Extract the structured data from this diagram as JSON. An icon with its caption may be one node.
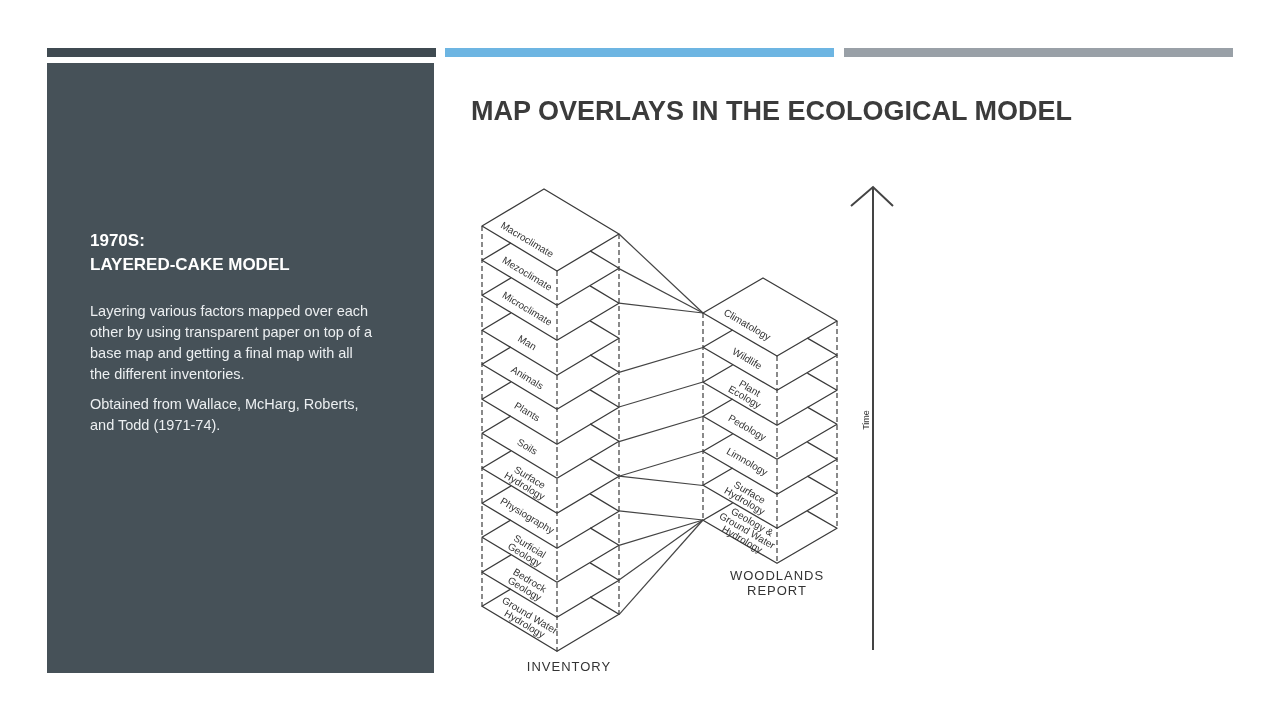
{
  "diagram": {
    "title": "MAP OVERLAYS IN THE ECOLOGICAL MODEL",
    "nodes": [
      {
        "text": [
          "1970S: LAYERED-CAKE MODEL",
          "Layering various factors mapped over each other by using transparent paper on top of a base map and getting a final map with all the different inventories.",
          "Obtained from Wallace, McHarg, Roberts, and Todd (1971-74)."
        ]
      },
      {
        "text": [
          "INVENTORY"
        ]
      },
      {
        "text": [
          "Macroclimate"
        ],
        "in": 1
      },
      {
        "text": [
          "Mezoclimate"
        ],
        "in": 1
      },
      {
        "text": [
          "Microclimate"
        ],
        "in": 1
      },
      {
        "text": [
          "Man"
        ],
        "in": 1
      },
      {
        "text": [
          "Animals"
        ],
        "in": 1
      },
      {
        "text": [
          "Plants"
        ],
        "in": 1
      },
      {
        "text": [
          "Soils"
        ],
        "in": 1
      },
      {
        "text": [
          "Surface Hydrology"
        ],
        "in": 1
      },
      {
        "text": [
          "Physiography"
        ],
        "in": 1
      },
      {
        "text": [
          "Surficial Geology"
        ],
        "in": 1
      },
      {
        "text": [
          "Bedrock Geology"
        ],
        "in": 1
      },
      {
        "text": [
          "Ground Water Hydrology"
        ],
        "in": 1
      },
      {
        "text": [
          "WOODLANDS REPORT"
        ]
      },
      {
        "text": [
          "Climatology"
        ],
        "in": 14
      },
      {
        "text": [
          "Wildlife"
        ],
        "in": 14
      },
      {
        "text": [
          "Plant Ecology"
        ],
        "in": 14
      },
      {
        "text": [
          "Pedology"
        ],
        "in": 14
      },
      {
        "text": [
          "Limnology"
        ],
        "in": 14
      },
      {
        "text": [
          "Surface Hydrology"
        ],
        "in": 14
      },
      {
        "text": [
          "Geology & Ground Water Hydrology"
        ],
        "in": 14
      }
    ],
    "edges": [
      {
        "from": 2,
        "to": 15,
        "arrow": "none"
      },
      {
        "from": 3,
        "to": 15,
        "arrow": "none"
      },
      {
        "from": 4,
        "to": 15,
        "arrow": "none"
      },
      {
        "from": 6,
        "to": 16,
        "arrow": "none"
      },
      {
        "from": 7,
        "to": 17,
        "arrow": "none"
      },
      {
        "from": 8,
        "to": 18,
        "arrow": "none"
      },
      {
        "from": 9,
        "to": 19,
        "arrow": "none"
      },
      {
        "from": 9,
        "to": 20,
        "arrow": "none"
      },
      {
        "from": 10,
        "to": 21,
        "arrow": "none"
      },
      {
        "from": 11,
        "to": 21,
        "arrow": "none"
      },
      {
        "from": 12,
        "to": 21,
        "arrow": "none"
      },
      {
        "from": 13,
        "to": 21,
        "arrow": "none"
      }
    ],
    "labels": [
      "Time"
    ]
  }
}
